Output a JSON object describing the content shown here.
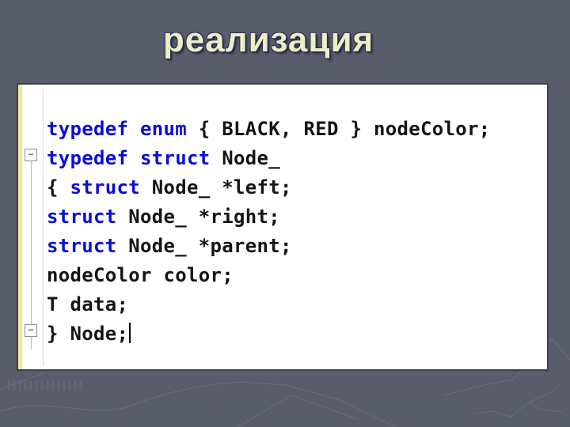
{
  "slide": {
    "title": "реализация"
  },
  "colors": {
    "background": "#595C6A",
    "title_fill": "#EDEEC4",
    "title_shadow": "#2A2F51",
    "keyword_blue": "#0B0BDC",
    "code_text": "#141414",
    "panel_border": "#3E4049",
    "track_bar_yellow": "#EFE89E",
    "fold_line_gray": "#B9B9B9"
  },
  "editor": {
    "fold_glyph": "−",
    "code_lines": [
      {
        "tokens": [
          {
            "text": "typedef",
            "type": "keyword"
          },
          {
            "text": " ",
            "type": "plain"
          },
          {
            "text": "enum",
            "type": "keyword"
          },
          {
            "text": " { BLACK, RED } nodeColor;",
            "type": "plain"
          }
        ]
      },
      {
        "fold": true,
        "tokens": [
          {
            "text": "typedef",
            "type": "keyword"
          },
          {
            "text": " ",
            "type": "plain"
          },
          {
            "text": "struct",
            "type": "keyword"
          },
          {
            "text": " Node_",
            "type": "plain"
          }
        ]
      },
      {
        "tokens": [
          {
            "text": "{ ",
            "type": "plain"
          },
          {
            "text": "struct",
            "type": "keyword"
          },
          {
            "text": " Node_ *left;",
            "type": "plain"
          }
        ]
      },
      {
        "tokens": [
          {
            "text": "struct",
            "type": "keyword"
          },
          {
            "text": " Node_ *right;",
            "type": "plain"
          }
        ]
      },
      {
        "tokens": [
          {
            "text": "struct",
            "type": "keyword"
          },
          {
            "text": " Node_ *parent;",
            "type": "plain"
          }
        ]
      },
      {
        "tokens": [
          {
            "text": "nodeColor color;",
            "type": "plain"
          }
        ]
      },
      {
        "tokens": [
          {
            "text": "T data;",
            "type": "plain"
          }
        ]
      },
      {
        "fold": true,
        "caret": true,
        "tokens": [
          {
            "text": "} Node;",
            "type": "plain"
          }
        ]
      }
    ]
  }
}
